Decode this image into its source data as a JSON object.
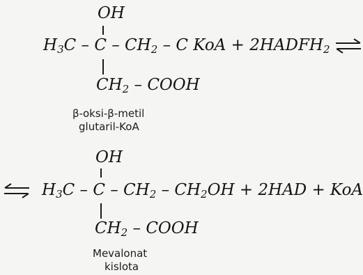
{
  "reaction1": {
    "oh_top": "OH",
    "main_line_prefix": "H",
    "main_line_sub1": "3",
    "main_line_mid": "C – C – CH",
    "main_line_sub2": "2",
    "main_line_end": " – C  KoA + 2HADFH",
    "main_line_sub3": "2",
    "side_chain": "CH",
    "side_chain_sub": "2",
    "side_chain_end": " – COOH",
    "caption_line1": "β-oksi-β-metil",
    "caption_line2": "glutaril-KoA"
  },
  "reaction2": {
    "oh_top": "OH",
    "main_line_prefix": "H",
    "main_line_sub1": "3",
    "main_line_mid": "C – C – CH",
    "main_line_sub2": "2",
    "main_line_mid2": " – CH",
    "main_line_sub3": "2",
    "main_line_end": "OH + 2HAD + KoA",
    "side_chain": "CH",
    "side_chain_sub": "2",
    "side_chain_end": " – COOH",
    "caption_line1": "Mevalonat",
    "caption_line2": "kislota"
  },
  "icons": {
    "equilibrium_arrow_right": "equilibrium-arrow-icon",
    "equilibrium_arrow_left": "equilibrium-arrow-icon"
  }
}
